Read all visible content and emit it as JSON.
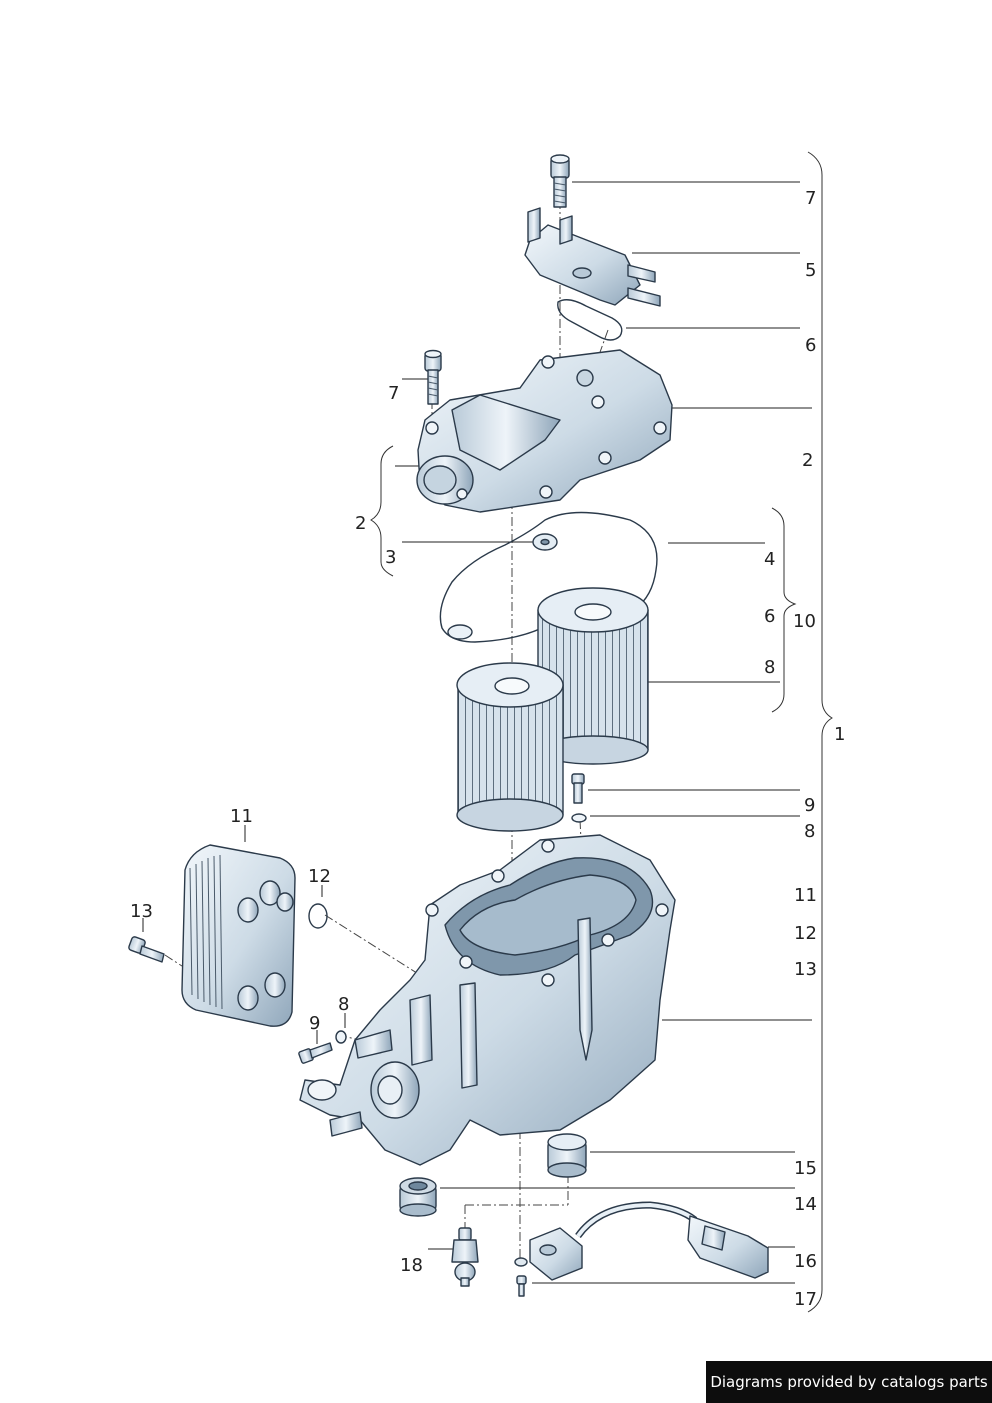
{
  "callouts": {
    "c7a": "7",
    "c5": "5",
    "c6a": "6",
    "c2a": "2",
    "c7b": "7",
    "c2b": "2",
    "c3": "3",
    "c4": "4",
    "c6b": "6",
    "c10": "10",
    "c8a": "8",
    "c1": "1",
    "c9a": "9",
    "c8b": "8",
    "c11a": "11",
    "c12a": "12",
    "c13a": "13",
    "c11b": "11",
    "c12b": "12",
    "c13b": "13",
    "c8c": "8",
    "c9b": "9",
    "c15": "15",
    "c14": "14",
    "c16": "16",
    "c17": "17",
    "c18": "18"
  },
  "footer": {
    "text": "Diagrams provided by catalogs parts"
  },
  "colors": {
    "metal_light": "#e8f0f6",
    "metal_dark": "#9fb4c6",
    "outline": "#2b3a4a"
  }
}
